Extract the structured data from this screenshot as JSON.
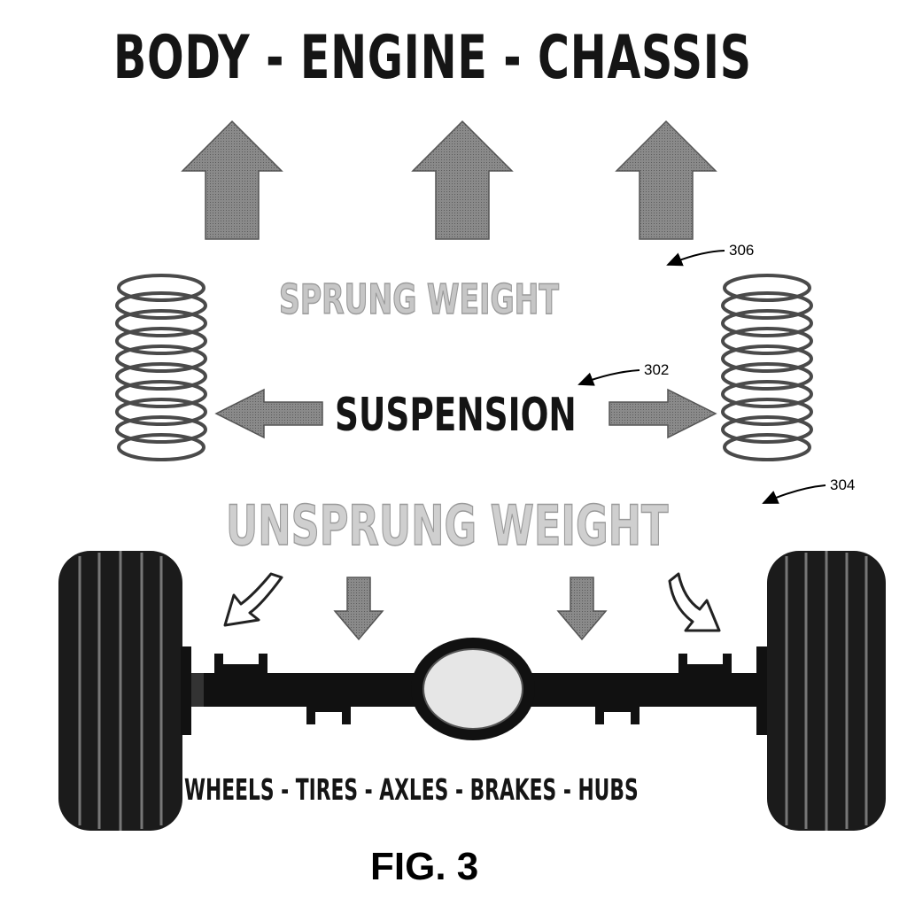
{
  "title": "BODY - ENGINE - CHASSIS",
  "labels": {
    "sprung_weight": "SPRUNG WEIGHT",
    "suspension": "SUSPENSION",
    "unsprung_weight": "UNSPRUNG WEIGHT",
    "components": "WHEELS - TIRES - AXLES - BRAKES - HUBS"
  },
  "reference_numerals": {
    "sprung": "306",
    "suspension": "302",
    "unsprung": "304"
  },
  "figure_label": "FIG. 3",
  "colors": {
    "dark": "#141414",
    "arrow_gray": "#7e7e7e",
    "light_text": "#c8c8c8"
  }
}
